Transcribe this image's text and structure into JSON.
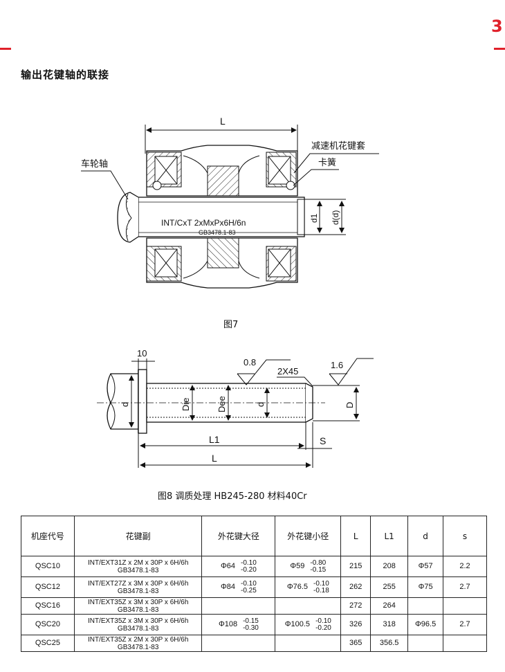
{
  "page": {
    "number": "3",
    "heading": "输出花键轴的联接"
  },
  "figure7": {
    "caption": "图7",
    "dim_L": "L",
    "label_axle": "车轮轴",
    "label_sleeve": "减速机花键套",
    "label_spring": "卡簧",
    "spline_code": "INT/CxT  2xMxPx6H/6n",
    "standard": "GB3478.1-83",
    "dim_d1": "d1",
    "dim_d": "d(d)"
  },
  "figure8": {
    "caption": "图8 调质处理 HB245-280  材料40Cr",
    "dim_10": "10",
    "rough_08": "0.8",
    "chamfer": "2X45",
    "rough_16": "1.6",
    "dim_d": "d",
    "dim_Die": "Die",
    "dim_Dee": "Dee",
    "dim_d_inner": "d",
    "dim_D": "D",
    "dim_L1": "L1",
    "dim_L": "L",
    "dim_S": "S"
  },
  "table": {
    "headers": [
      "机座代号",
      "花键副",
      "外花键大径",
      "外花键小径",
      "L",
      "L1",
      "d",
      "s"
    ],
    "rows": [
      {
        "code": "QSC10",
        "spline": "INT/EXT31Z x 2M x 30P x 6H/6h",
        "std": "GB3478.1-83",
        "major": "Φ64",
        "major_up": "-0.10",
        "major_lo": "-0.20",
        "minor": "Φ59",
        "minor_up": "-0.80",
        "minor_lo": "-0.15",
        "L": "215",
        "L1": "208",
        "d": "Φ57",
        "s": "2.2"
      },
      {
        "code": "QSC12",
        "spline": "INT/EXT27Z x 3M x 30P x 6H/6h",
        "std": "GB3478.1-83",
        "major": "Φ84",
        "major_up": "-0.10",
        "major_lo": "-0.25",
        "minor": "Φ76.5",
        "minor_up": "-0.10",
        "minor_lo": "-0.18",
        "L": "262",
        "L1": "255",
        "d": "Φ75",
        "s": "2.7"
      },
      {
        "code": "QSC16",
        "spline": "INT/EXT35Z x 3M x 30P x 6H/6h",
        "std": "GB3478.1-83",
        "major": "",
        "major_up": "",
        "major_lo": "",
        "minor": "",
        "minor_up": "",
        "minor_lo": "",
        "L": "272",
        "L1": "264",
        "d": "",
        "s": ""
      },
      {
        "code": "QSC20",
        "spline": "INT/EXT35Z x 3M x 30P x 6H/6h",
        "std": "GB3478.1-83",
        "major": "Φ108",
        "major_up": "-0.15",
        "major_lo": "-0.30",
        "minor": "Φ100.5",
        "minor_up": "-0.10",
        "minor_lo": "-0.20",
        "L": "326",
        "L1": "318",
        "d": "Φ96.5",
        "s": "2.7"
      },
      {
        "code": "QSC25",
        "spline": "INT/EXT35Z x 2M x 30P x 6H/6h",
        "std": "GB3478.1-83",
        "major": "",
        "major_up": "",
        "major_lo": "",
        "minor": "",
        "minor_up": "",
        "minor_lo": "",
        "L": "365",
        "L1": "356.5",
        "d": "",
        "s": ""
      }
    ]
  }
}
